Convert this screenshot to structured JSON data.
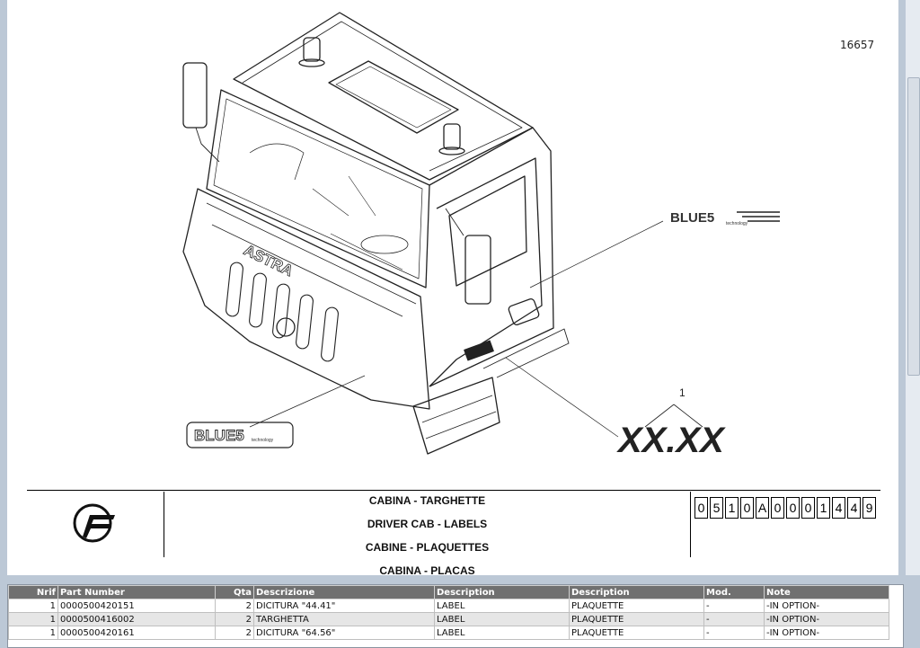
{
  "drawing": {
    "sheet_number": "16657",
    "callout_number": "1",
    "label_text": "XX.XX",
    "brand_text": "ASTRA",
    "badge_text": "BLUE5",
    "badge_sub": "technology"
  },
  "title_block": {
    "titles": [
      "CABINA - TARGHETTE",
      "DRIVER CAB - LABELS",
      "CABINE - PLAQUETTES",
      "CABINA - PLACAS"
    ],
    "code_digits": [
      "0",
      "5",
      "1",
      "0",
      "A",
      "0",
      "0",
      "0",
      "1",
      "4",
      "4",
      "9"
    ]
  },
  "parts_table": {
    "columns": [
      "Nrif",
      "Part Number",
      "Qta",
      "Descrizione",
      "Description",
      "Description",
      "Mod.",
      "Note"
    ],
    "rows": [
      [
        "1",
        "0000500420151",
        "2",
        "DICITURA \"44.41\"",
        "LABEL",
        "PLAQUETTE",
        "-",
        "-IN OPTION-"
      ],
      [
        "1",
        "0000500416002",
        "2",
        "TARGHETTA",
        "LABEL",
        "PLAQUETTE",
        "-",
        "-IN OPTION-"
      ],
      [
        "1",
        "0000500420161",
        "2",
        "DICITURA \"64.56\"",
        "LABEL",
        "PLAQUETTE",
        "-",
        "-IN OPTION-"
      ]
    ]
  }
}
